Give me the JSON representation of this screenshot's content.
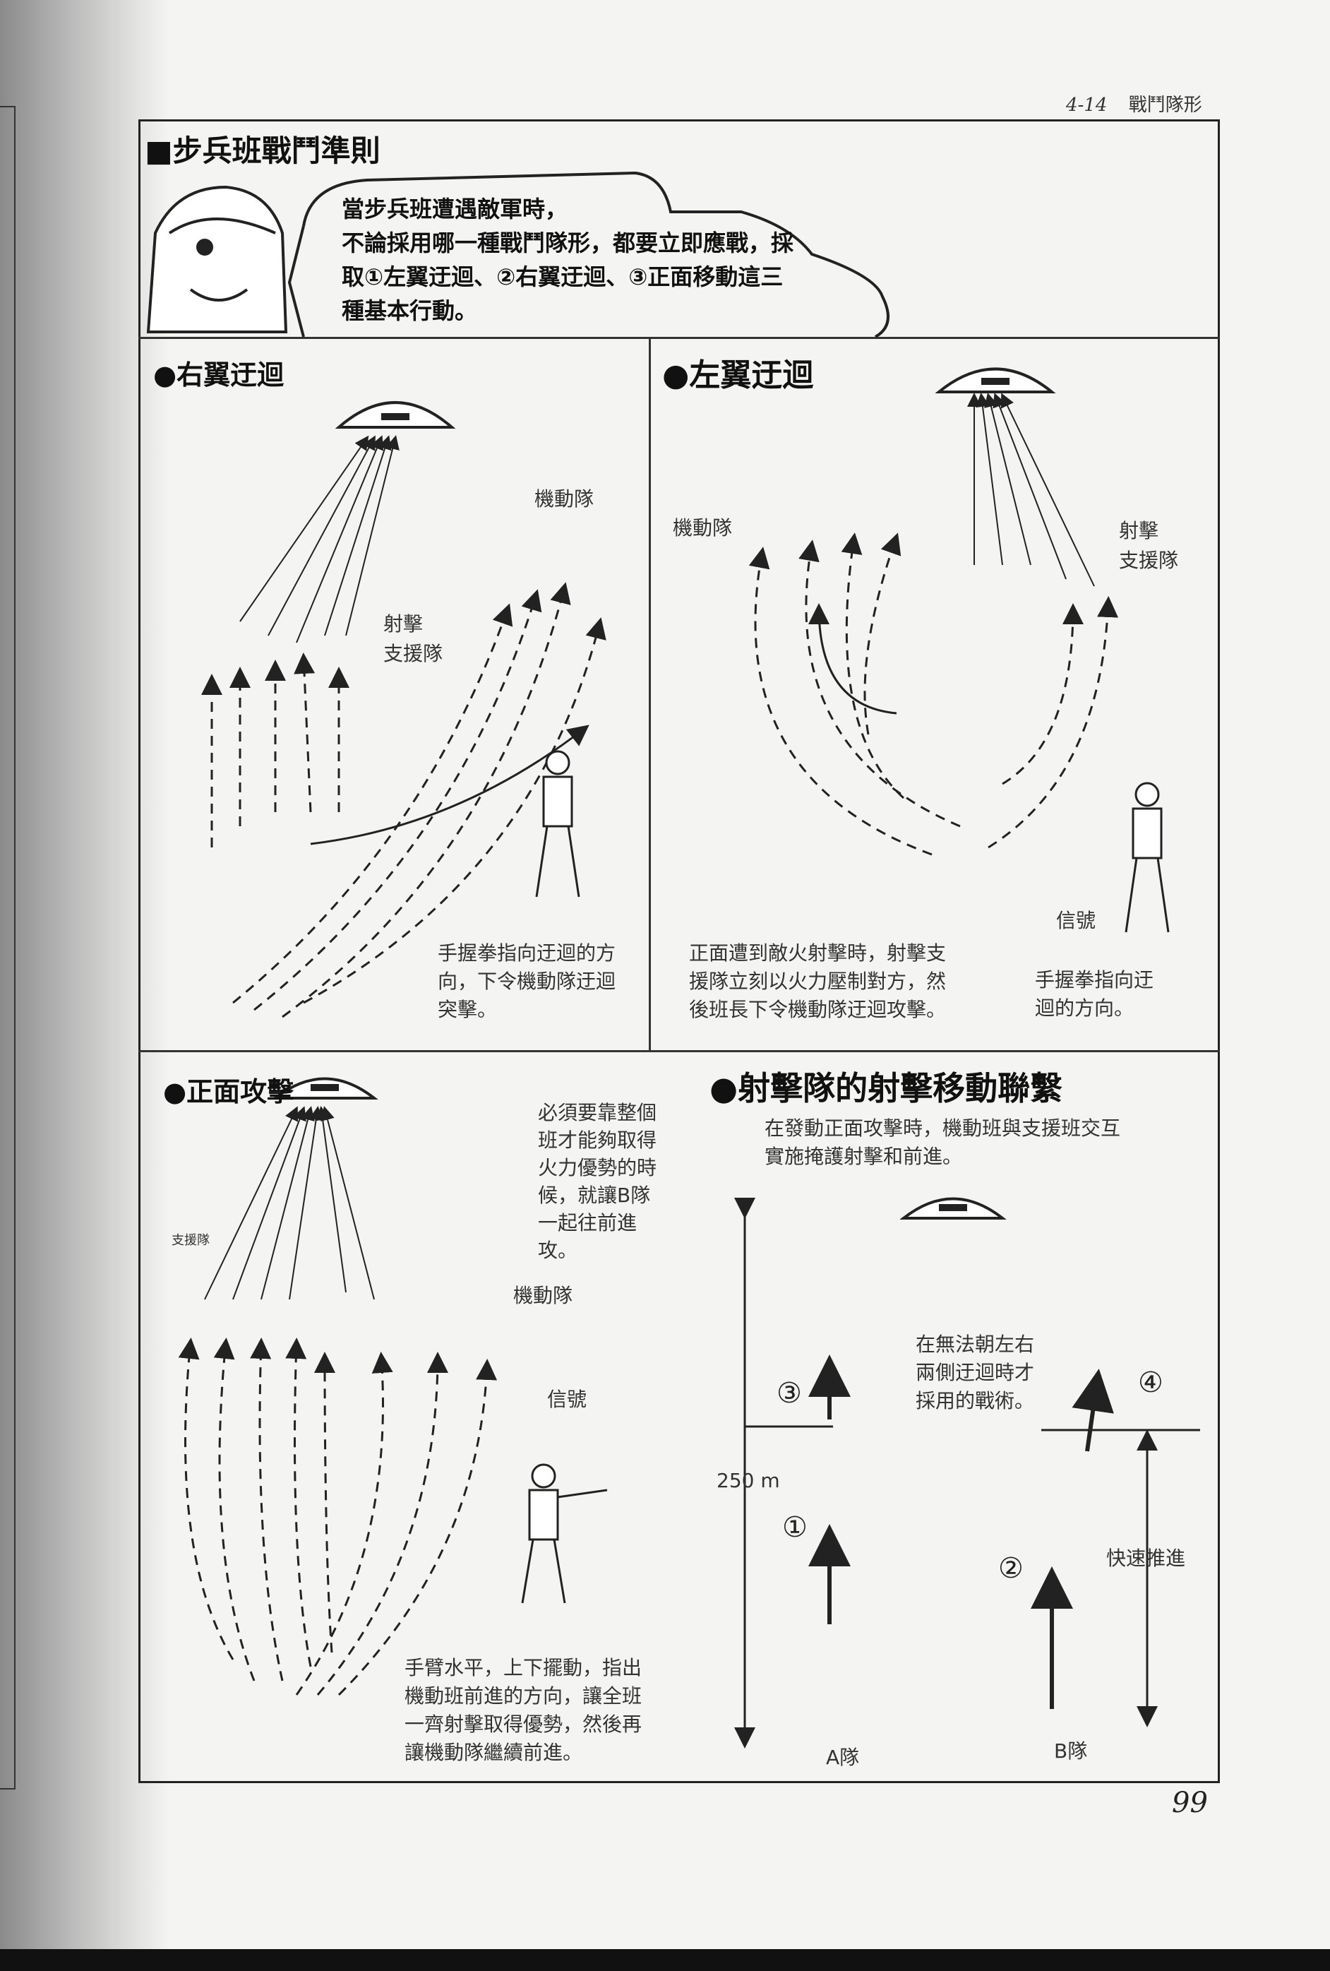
{
  "header": {
    "section_number": "4-14",
    "section_title": "戰鬥隊形"
  },
  "title": "■步兵班戰鬥準則",
  "intro_bubble": [
    "當步兵班遭遇敵軍時，",
    "不論採用哪一種戰鬥隊形，都要立即應戰，採",
    "取①左翼迂迴、②右翼迂迴、③正面移動這三",
    "種基本行動。"
  ],
  "panels": {
    "right_flank": {
      "title": "●右翼迂迴",
      "maneuver_label": "機動隊",
      "support_label_1": "射擊",
      "support_label_2": "支援隊",
      "caption": [
        "手握拳指向迂迴的方",
        "向，下令機動隊迂迴",
        "突擊。"
      ]
    },
    "left_flank": {
      "title": "●左翼迂迴",
      "maneuver_label": "機動隊",
      "support_label_1": "射擊",
      "support_label_2": "支援隊",
      "signal_label": "信號",
      "caption_main": [
        "正面遭到敵火射擊時，射擊支",
        "援隊立刻以火力壓制對方，然",
        "後班長下令機動隊迂迴攻擊。"
      ],
      "caption_signal": [
        "手握拳指向迂",
        "迴的方向。"
      ]
    },
    "frontal": {
      "title": "●正面攻擊",
      "note": [
        "必須要靠整個",
        "班才能夠取得",
        "火力優勢的時",
        "候，就讓B隊",
        "一起往前進",
        "攻。"
      ],
      "support_label": "支援隊",
      "maneuver_label": "機動隊",
      "signal_label": "信號",
      "caption": [
        "手臂水平，上下擺動，指出",
        "機動班前進的方向，讓全班",
        "一齊射擊取得優勢，然後再",
        "讓機動隊繼續前進。"
      ]
    },
    "fire_and_move": {
      "title": "●射擊隊的射擊移動聯繫",
      "subtitle": [
        "在發動正面攻擊時，機動班與支援班交互",
        "實施掩護射擊和前進。"
      ],
      "note": [
        "在無法朝左右",
        "兩側迂迴時才",
        "採用的戰術。"
      ],
      "step_1": "①",
      "step_2": "②",
      "step_3": "③",
      "step_4": "④",
      "distance_label": "250 m",
      "rapid_advance_label": "快速推進",
      "team_a_label": "A隊",
      "team_b_label": "B隊"
    }
  },
  "page_number": "99"
}
